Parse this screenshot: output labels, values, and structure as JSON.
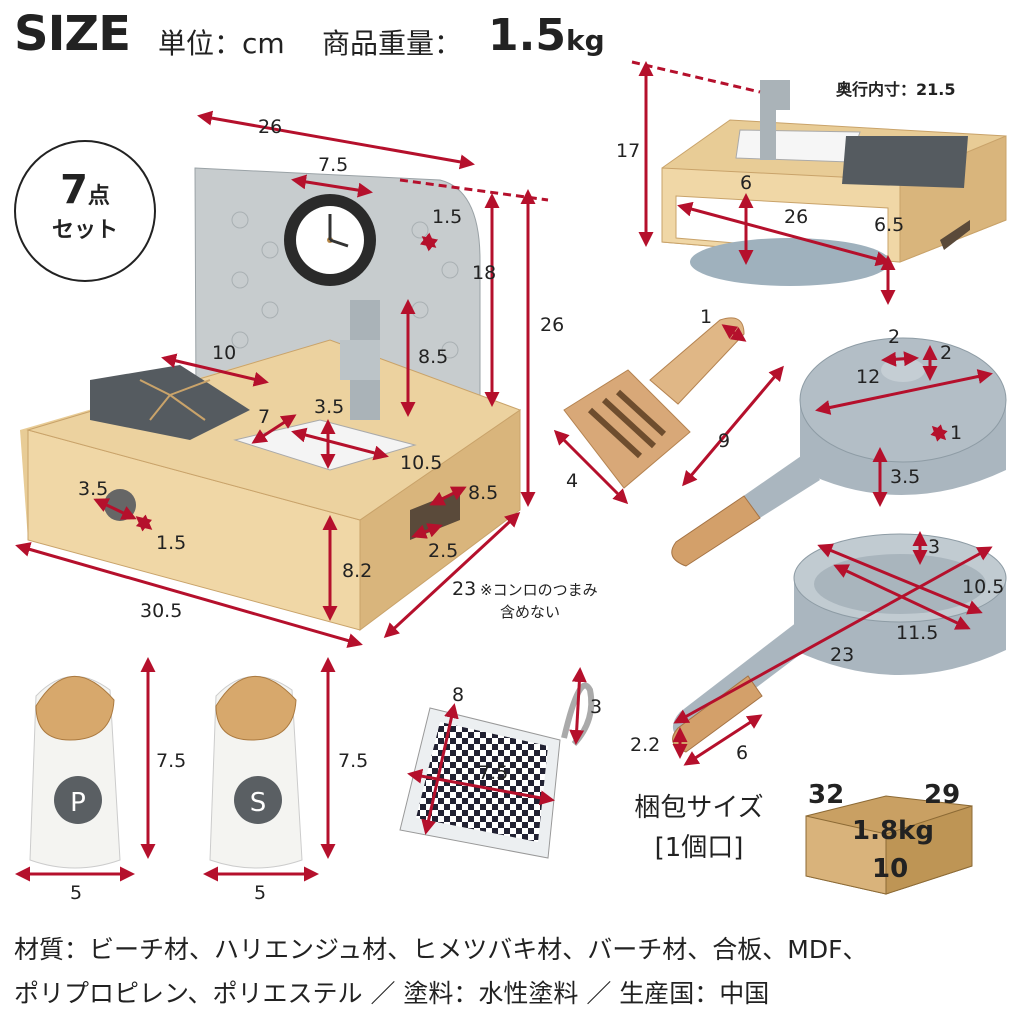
{
  "header": {
    "title": "SIZE",
    "unit_label": "単位：cm",
    "weight_label": "商品重量：",
    "weight_value": "1.5",
    "weight_unit": "kg"
  },
  "badge": {
    "count": "7",
    "count_unit": "点",
    "label": "セット"
  },
  "stove": {
    "dims": {
      "panel_width": "26",
      "clock": "7.5",
      "hook": "1.5",
      "panel_height": "18",
      "total_height": "26",
      "faucet": "8.5",
      "burner": "10",
      "sink_w": "7",
      "sink_h": "3.5",
      "sink_d": "10.5",
      "knob_d": "3.5",
      "knob_t": "1.5",
      "handle_h": "8.5",
      "handle_d": "2.5",
      "base_height": "8.2",
      "width": "30.5",
      "depth": "23"
    },
    "note_line1": "※コンロのつまみ",
    "note_line2": "含めない"
  },
  "stand": {
    "height": "17",
    "inner_depth": "奥行内寸：21.5",
    "slot_h": "6",
    "inner_width": "26",
    "side_h": "6.5"
  },
  "spatula": {
    "hole": "1",
    "width": "4",
    "length": "9"
  },
  "pot": {
    "knob_w": "2",
    "knob_h": "2",
    "diameter": "12",
    "lid_thickness": "1",
    "height": "3.5"
  },
  "pan": {
    "depth": "3",
    "outer": "10.5",
    "inner": "11.5",
    "length": "23",
    "handle_w": "2.2",
    "handle_len": "6"
  },
  "shakers": {
    "pepper_letter": "P",
    "salt_letter": "S",
    "height": "7.5",
    "width": "5"
  },
  "mitt": {
    "loop": "3",
    "height": "8",
    "width": "7.5"
  },
  "package": {
    "label_line1": "梱包サイズ",
    "label_line2": "[1個口]",
    "width": "32",
    "depth": "29",
    "weight": "1.8kg",
    "height": "10"
  },
  "materials": {
    "line1": "材質：ビーチ材、ハリエンジュ材、ヒメツバキ材、バーチ材、合板、MDF、",
    "line2": "ポリプロピレン、ポリエステル ／ 塗料：水性塗料 ／ 生産国：中国"
  },
  "colors": {
    "arrow": "#b5102c",
    "wood": "#e8cc96",
    "wood_dark": "#c9a36a",
    "grey_blue": "#9fb1bd",
    "panel": "#c7ccce"
  }
}
